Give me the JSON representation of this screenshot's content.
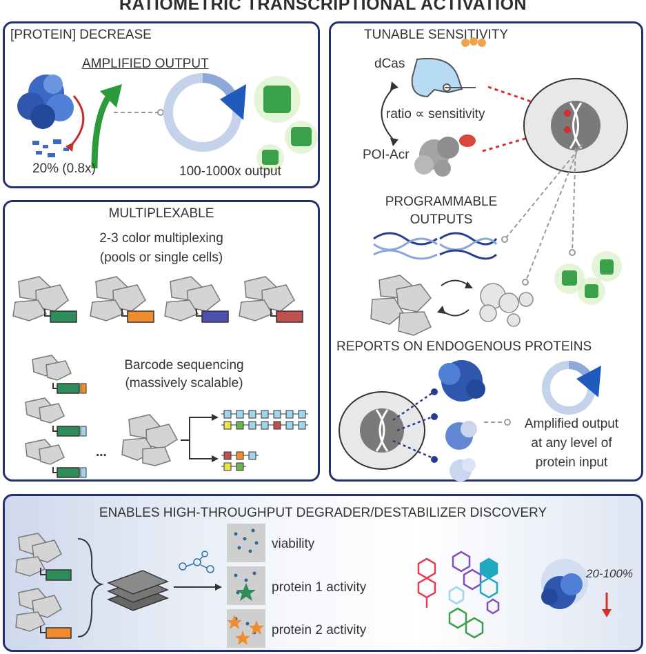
{
  "title": "RATIOMETRIC TRANSCRIPTIONAL ACTIVATION",
  "panel_decrease": {
    "heading": "[PROTEIN] DECREASE",
    "amplified": "AMPLIFIED OUTPUT",
    "left_value": "20% (0.8x)",
    "right_value": "100-1000x output"
  },
  "panel_tunable": {
    "heading": "TUNABLE SENSITIVITY",
    "dcas": "dCas",
    "ratio": "ratio ∝ sensitivity",
    "poi": "POI-Acr",
    "programmable_line1": "PROGRAMMABLE",
    "programmable_line2": "OUTPUTS",
    "reports": "REPORTS ON ENDOGENOUS PROTEINS",
    "amp_line1": "Amplified output",
    "amp_line2": "at any level of",
    "amp_line3": "protein input"
  },
  "panel_multiplex": {
    "heading": "MULTIPLEXABLE",
    "sub1": "2-3 color multiplexing",
    "sub2": "(pools or single cells)",
    "barcode1": "Barcode sequencing",
    "barcode2": "(massively scalable)",
    "ellipsis": "...",
    "reporter_colors": [
      "#2e8b5a",
      "#f08c2e",
      "#4a4fb0",
      "#c0504d"
    ]
  },
  "panel_bottom": {
    "heading": "ENABLES HIGH-THROUGHPUT DEGRADER/DESTABILIZER DISCOVERY",
    "readouts": [
      "viability",
      "protein 1 activity",
      "protein 2 activity"
    ],
    "percent": "20-100%"
  }
}
